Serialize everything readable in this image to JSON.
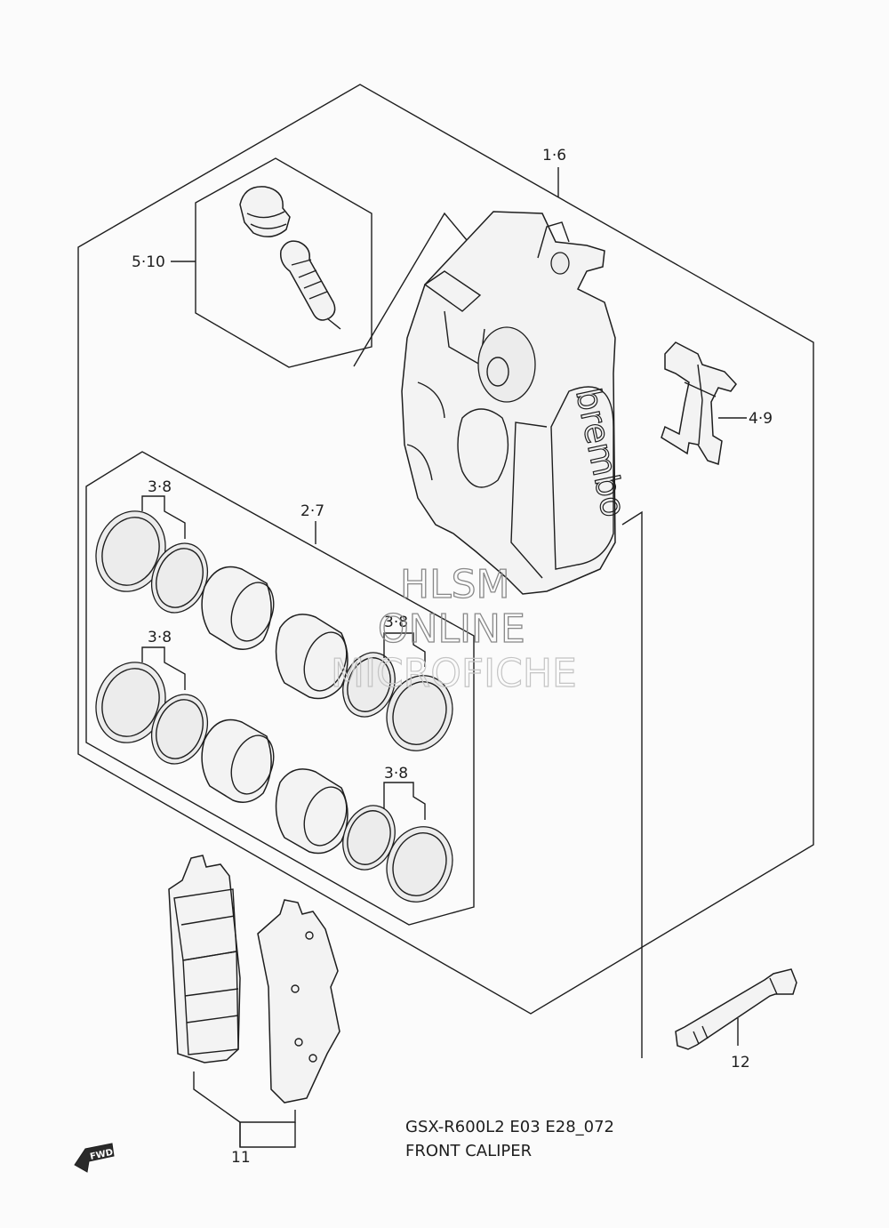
{
  "callouts": {
    "c1_6": "1·6",
    "c5_10": "5·10",
    "c4_9": "4·9",
    "c2_7": "2·7",
    "c3_8a": "3·8",
    "c3_8b": "3·8",
    "c3_8c": "3·8",
    "c3_8d": "3·8",
    "c11": "11",
    "c12": "12"
  },
  "caliper_brand": "brembo",
  "watermark": {
    "line1": "HLSM",
    "line2": "ONLINE",
    "line3": "MICROFICHE"
  },
  "caption": {
    "model": "GSX-R600L2 E03 E28_072",
    "title": "FRONT CALIPER"
  },
  "fwd_label": "FWD"
}
